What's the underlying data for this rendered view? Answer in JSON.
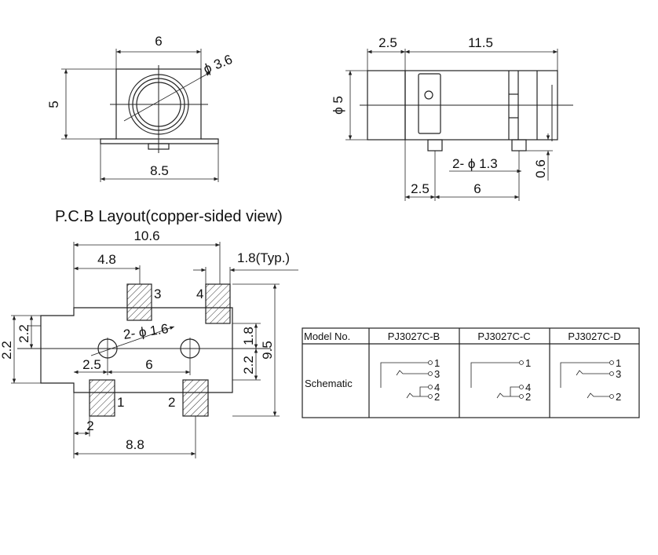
{
  "front_view": {
    "width": "6",
    "height": "5",
    "diameter": "ϕ 3.6",
    "base_width": "8.5"
  },
  "side_view": {
    "left_len": "2.5",
    "body_len": "11.5",
    "dia": "ϕ 5",
    "pin_dia": "2- ϕ 1.3",
    "pin_h": "0.6",
    "bot_left": "2.5",
    "bot_mid": "6"
  },
  "pcb": {
    "title": "P.C.B Layout(copper-sided view)",
    "overall": "10.6",
    "pad_offset": "4.8",
    "pad_width": "1.8(Typ.)",
    "hole_dia": "2- ϕ 1.6",
    "hole_left": "2.5",
    "hole_spacing": "6",
    "left_h1": "2.2",
    "left_h2": "2.2",
    "right_h1": "2.2",
    "right_h2": "1.8",
    "height": "9.5",
    "pad_w_bottom": "2",
    "bottom_span": "8.8",
    "pads": [
      "1",
      "2",
      "3",
      "4"
    ]
  },
  "table": {
    "header_label": "Model No.",
    "models": [
      "PJ3027C-B",
      "PJ3027C-C",
      "PJ3027C-D"
    ],
    "row_label": "Schematic",
    "pins_b": [
      "1",
      "3",
      "4",
      "2"
    ],
    "pins_c": [
      "1",
      "4",
      "2"
    ],
    "pins_d": [
      "1",
      "3",
      "2"
    ]
  }
}
